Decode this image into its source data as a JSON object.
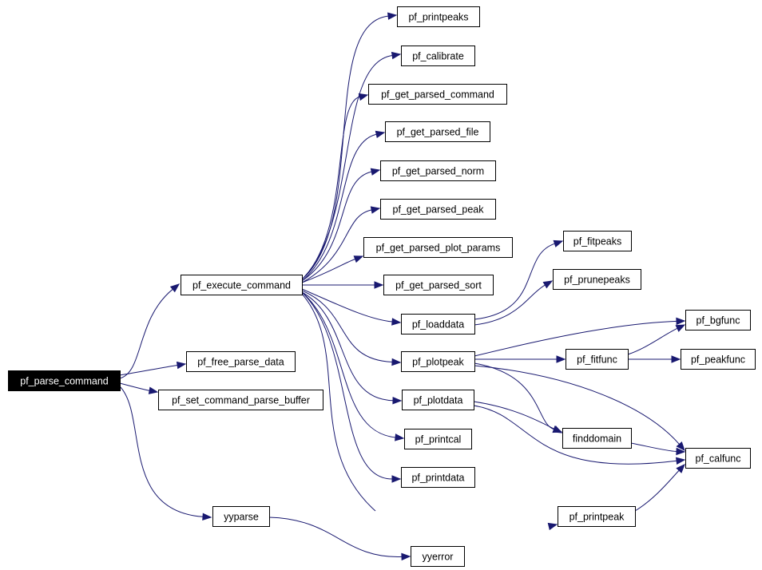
{
  "colors": {
    "edge": "#191970",
    "root_fill": "#000000",
    "root_text": "#ffffff",
    "node_fill": "#ffffff",
    "node_border": "#000000"
  },
  "nodes": [
    {
      "id": "pf_parse_command",
      "label": "pf_parse_command",
      "root": true
    },
    {
      "id": "pf_execute_command",
      "label": "pf_execute_command"
    },
    {
      "id": "pf_free_parse_data",
      "label": "pf_free_parse_data"
    },
    {
      "id": "pf_set_command_parse_buffer",
      "label": "pf_set_command_parse_buffer"
    },
    {
      "id": "yyparse",
      "label": "yyparse"
    },
    {
      "id": "yyerror",
      "label": "yyerror"
    },
    {
      "id": "pf_printpeaks",
      "label": "pf_printpeaks"
    },
    {
      "id": "pf_calibrate",
      "label": "pf_calibrate"
    },
    {
      "id": "pf_get_parsed_command",
      "label": "pf_get_parsed_command"
    },
    {
      "id": "pf_get_parsed_file",
      "label": "pf_get_parsed_file"
    },
    {
      "id": "pf_get_parsed_norm",
      "label": "pf_get_parsed_norm"
    },
    {
      "id": "pf_get_parsed_peak",
      "label": "pf_get_parsed_peak"
    },
    {
      "id": "pf_get_parsed_plot_params",
      "label": "pf_get_parsed_plot_params"
    },
    {
      "id": "pf_get_parsed_sort",
      "label": "pf_get_parsed_sort"
    },
    {
      "id": "pf_loaddata",
      "label": "pf_loaddata"
    },
    {
      "id": "pf_plotpeak",
      "label": "pf_plotpeak"
    },
    {
      "id": "pf_plotdata",
      "label": "pf_plotdata"
    },
    {
      "id": "pf_printcal",
      "label": "pf_printcal"
    },
    {
      "id": "pf_printdata",
      "label": "pf_printdata"
    },
    {
      "id": "pf_printpeak",
      "label": "pf_printpeak"
    },
    {
      "id": "pf_fitpeaks",
      "label": "pf_fitpeaks"
    },
    {
      "id": "pf_prunepeaks",
      "label": "pf_prunepeaks"
    },
    {
      "id": "pf_bgfunc",
      "label": "pf_bgfunc"
    },
    {
      "id": "pf_fitfunc",
      "label": "pf_fitfunc"
    },
    {
      "id": "pf_peakfunc",
      "label": "pf_peakfunc"
    },
    {
      "id": "finddomain",
      "label": "finddomain"
    },
    {
      "id": "pf_calfunc",
      "label": "pf_calfunc"
    }
  ],
  "edges": [
    {
      "from": "pf_parse_command",
      "to": "pf_execute_command"
    },
    {
      "from": "pf_parse_command",
      "to": "pf_free_parse_data"
    },
    {
      "from": "pf_parse_command",
      "to": "pf_set_command_parse_buffer"
    },
    {
      "from": "pf_parse_command",
      "to": "yyparse"
    },
    {
      "from": "yyparse",
      "to": "yyerror"
    },
    {
      "from": "pf_execute_command",
      "to": "pf_printpeaks"
    },
    {
      "from": "pf_execute_command",
      "to": "pf_calibrate"
    },
    {
      "from": "pf_execute_command",
      "to": "pf_get_parsed_command"
    },
    {
      "from": "pf_execute_command",
      "to": "pf_get_parsed_file"
    },
    {
      "from": "pf_execute_command",
      "to": "pf_get_parsed_norm"
    },
    {
      "from": "pf_execute_command",
      "to": "pf_get_parsed_peak"
    },
    {
      "from": "pf_execute_command",
      "to": "pf_get_parsed_plot_params"
    },
    {
      "from": "pf_execute_command",
      "to": "pf_get_parsed_sort"
    },
    {
      "from": "pf_execute_command",
      "to": "pf_loaddata"
    },
    {
      "from": "pf_execute_command",
      "to": "pf_plotpeak"
    },
    {
      "from": "pf_execute_command",
      "to": "pf_plotdata"
    },
    {
      "from": "pf_execute_command",
      "to": "pf_printcal"
    },
    {
      "from": "pf_execute_command",
      "to": "pf_printdata"
    },
    {
      "from": "pf_execute_command",
      "to": "pf_printpeak"
    },
    {
      "from": "pf_loaddata",
      "to": "pf_fitpeaks"
    },
    {
      "from": "pf_loaddata",
      "to": "pf_prunepeaks"
    },
    {
      "from": "pf_plotpeak",
      "to": "pf_bgfunc"
    },
    {
      "from": "pf_plotpeak",
      "to": "pf_fitfunc"
    },
    {
      "from": "pf_plotpeak",
      "to": "finddomain"
    },
    {
      "from": "pf_plotpeak",
      "to": "pf_calfunc"
    },
    {
      "from": "pf_fitfunc",
      "to": "pf_bgfunc"
    },
    {
      "from": "pf_fitfunc",
      "to": "pf_peakfunc"
    },
    {
      "from": "pf_plotdata",
      "to": "finddomain"
    },
    {
      "from": "pf_plotdata",
      "to": "pf_calfunc"
    },
    {
      "from": "finddomain",
      "to": "pf_calfunc"
    },
    {
      "from": "pf_printpeak",
      "to": "pf_calfunc"
    }
  ]
}
